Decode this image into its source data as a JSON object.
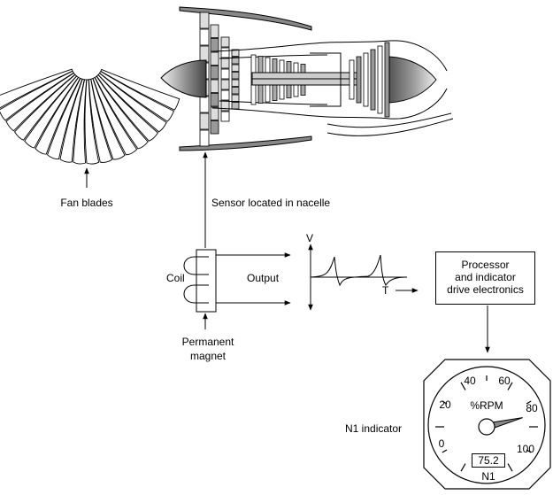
{
  "labels": {
    "fan_blades": "Fan blades",
    "sensor": "Sensor located in nacelle",
    "coil": "Coil",
    "output": "Output",
    "permanent_magnet_line1": "Permanent",
    "permanent_magnet_line2": "magnet",
    "axis_v": "V",
    "axis_t": "T",
    "processor_line1": "Processor",
    "processor_line2": "and indicator",
    "processor_line3": "drive electronics",
    "n1_indicator": "N1 indicator"
  },
  "gauge": {
    "unit_label": "%RPM",
    "scale_labels": [
      "0",
      "20",
      "40",
      "60",
      "80",
      "100"
    ],
    "readout": "75.2",
    "name": "N1",
    "needle_value": 75.2
  }
}
